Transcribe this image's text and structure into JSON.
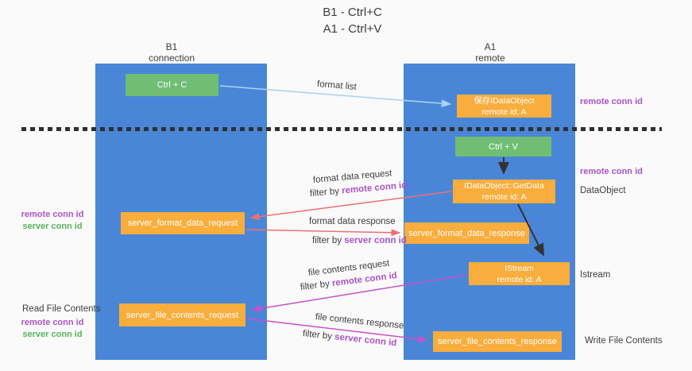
{
  "title": {
    "line1": "B1 - Ctrl+C",
    "line2": "A1 - Ctrl+V"
  },
  "lanes": {
    "left": {
      "header_line1": "B1",
      "header_line2": "connection"
    },
    "right": {
      "header_line1": "A1",
      "header_line2": "remote"
    }
  },
  "nodes": {
    "ctrl_c": "Ctrl + C",
    "save_idataobject": {
      "line1": "保存IDataObject",
      "line2": "remote id: A"
    },
    "ctrl_v": "Ctrl + V",
    "getdata": {
      "line1": "IDataObject::GetData",
      "line2": "remote id: A"
    },
    "format_request": "server_format_data_request",
    "format_response": "server_format_data_response",
    "istream": {
      "line1": "IStream",
      "line2": "remote id: A"
    },
    "file_request": "server_file_contents_request",
    "file_response": "server_file_contents_response"
  },
  "annotations": {
    "format_list": "format list",
    "format_data_request": "format data request",
    "format_data_response": "format data response",
    "file_contents_request": "file contents request",
    "file_contents_response": "file contents response",
    "filter_by": "filter by ",
    "remote_conn_id": "remote conn id",
    "server_conn_id": "server conn id"
  },
  "side_labels": {
    "remote_conn_id": "remote conn id",
    "server_conn_id": "server conn id",
    "dataobject": "DataObject",
    "istream": "Istream",
    "read_file_contents": "Read File Contents",
    "write_file_contents": "Write File Contents"
  },
  "colors": {
    "background": "#fafafa",
    "lane_blue": "#4a86d8",
    "box_green": "#6fbe73",
    "box_orange": "#f8ad3c",
    "text_dark": "#3d3d3d",
    "text_purple": "#ab53c6",
    "text_green": "#58b25f",
    "arrow_red": "#ef7070",
    "arrow_magenta": "#c852c8",
    "arrow_lightblue": "#a9d3ee",
    "arrow_black": "#333333"
  }
}
